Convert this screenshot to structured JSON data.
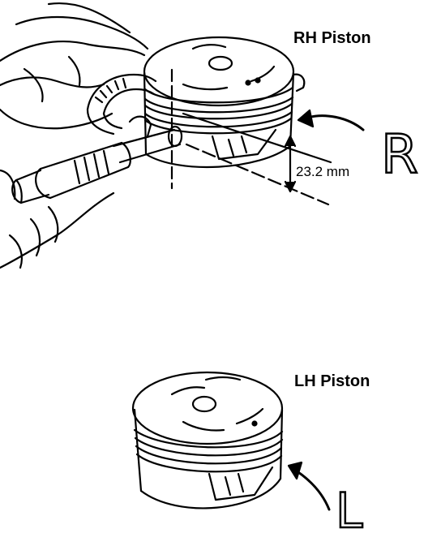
{
  "rh_piston": {
    "title": "RH Piston",
    "dimension": "23.2 mm",
    "mark_letter": "R"
  },
  "lh_piston": {
    "title": "LH Piston",
    "mark_letter": "L"
  },
  "colors": {
    "ink": "#000000",
    "paper": "#ffffff"
  }
}
